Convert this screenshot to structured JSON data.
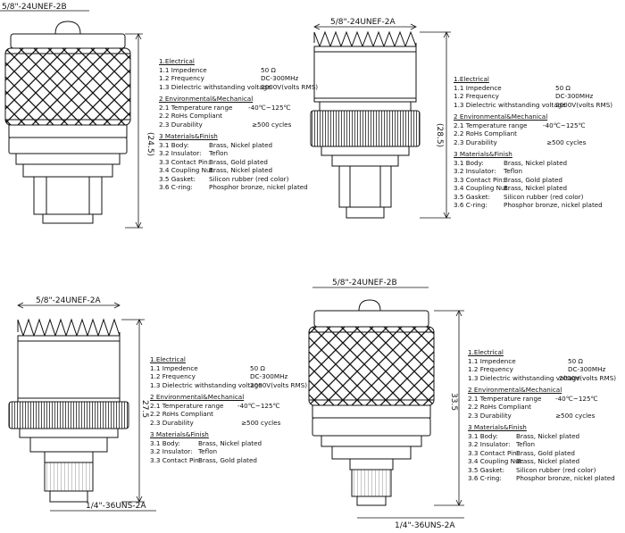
{
  "specs": {
    "electrical_title": "1.Electrical",
    "impedance_label": "1.1 Impedence",
    "impedance_value": "50 Ω",
    "frequency_label": "1.2 Frequency",
    "frequency_value": "DC-300MHz",
    "dielectric_label": "1.3 Dielectric withstanding voltage",
    "dielectric_value": "2000V(volts RMS)",
    "env_title": "2 Environmental&Mechanical",
    "temp_label": "2.1 Temperature range",
    "temp_value": "-40℃~125℃",
    "rohs_label": "2.2 RoHs Compliant",
    "durability_label": "2.3 Durability",
    "durability_value": "≥500 cycles",
    "materials_title": "3 Materials&Finish",
    "body_label": "3.1 Body:",
    "body_value": "Brass,  Nickel plated",
    "insulator_label": "3.2 Insulator:",
    "insulator_value": "Teflon",
    "contact_label": "3.3 Contact Pin:",
    "contact_value": "Brass, Gold plated",
    "coupling_label": "3.4 Coupling Nut:",
    "coupling_value": "Brass, Nickel plated",
    "gasket_label": "3.5 Gasket:",
    "gasket_value": "Silicon rubber (red color)",
    "cring_label": "3.6 C-ring:",
    "cring_value": "Phosphor bronze, nickel plated"
  },
  "dimensions": {
    "thread_2b": "5/8\"-24UNEF-2B",
    "thread_2a": "5/8\"-24UNEF-2A",
    "thread_small": "1/4\"-36UNS-2A",
    "len_a": "(24.5)",
    "len_b": "(28.5)",
    "len_c": "27.5",
    "len_d": "33.5"
  }
}
